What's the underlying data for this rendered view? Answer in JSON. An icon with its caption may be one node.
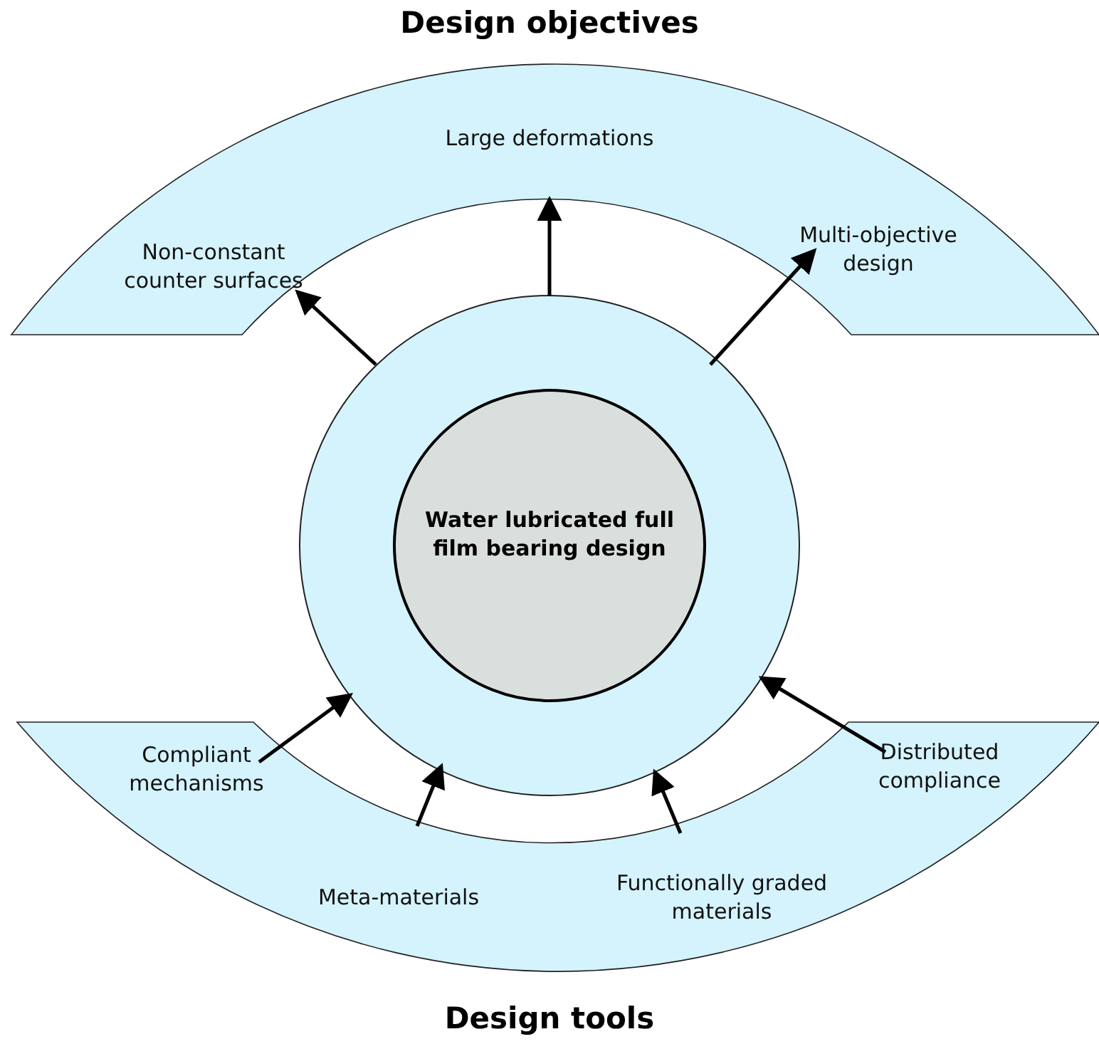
{
  "diagram": {
    "nodes": [
      {
        "text": [
          "Design objectives"
        ]
      },
      {
        "text": [
          "Non-constant counter surfaces"
        ],
        "in": 0
      },
      {
        "text": [
          "Large deformations"
        ],
        "in": 0
      },
      {
        "text": [
          "Multi-objective design"
        ],
        "in": 0
      },
      {
        "text": [],
        "shape": "circle"
      },
      {
        "text": [
          "Water lubricated full film bearing design"
        ],
        "in": 4
      },
      {
        "text": [
          "Design tools"
        ]
      },
      {
        "text": [
          "Compliant mechanisms"
        ],
        "in": 6
      },
      {
        "text": [
          "Meta-materials"
        ],
        "in": 6
      },
      {
        "text": [
          "Functionally graded materials"
        ],
        "in": 6
      },
      {
        "text": [
          "Distributed compliance"
        ],
        "in": 6
      }
    ],
    "edges": [
      {
        "from": 4,
        "to": 1,
        "arrow": "to"
      },
      {
        "from": 4,
        "to": 2,
        "arrow": "to"
      },
      {
        "from": 4,
        "to": 3,
        "arrow": "to"
      },
      {
        "from": 7,
        "to": 4,
        "arrow": "to"
      },
      {
        "from": 8,
        "to": 4,
        "arrow": "to"
      },
      {
        "from": 9,
        "to": 4,
        "arrow": "to"
      },
      {
        "from": 10,
        "to": 4,
        "arrow": "to"
      }
    ]
  }
}
